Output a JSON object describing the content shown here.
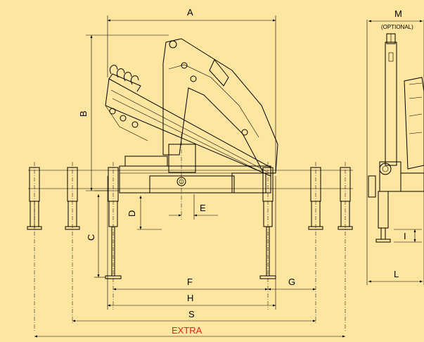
{
  "colors": {
    "background": "#FEE6A0",
    "line": "#000000",
    "accent": "#E2231A"
  },
  "dimensions": {
    "A": "A",
    "B": "B",
    "C": "C",
    "D": "D",
    "E": "E",
    "F": "F",
    "G": "G",
    "H": "H",
    "S": "S",
    "I": "I",
    "L": "L",
    "M": "M",
    "optional": "(OPTIONAL)",
    "extra": "EXTRA"
  }
}
